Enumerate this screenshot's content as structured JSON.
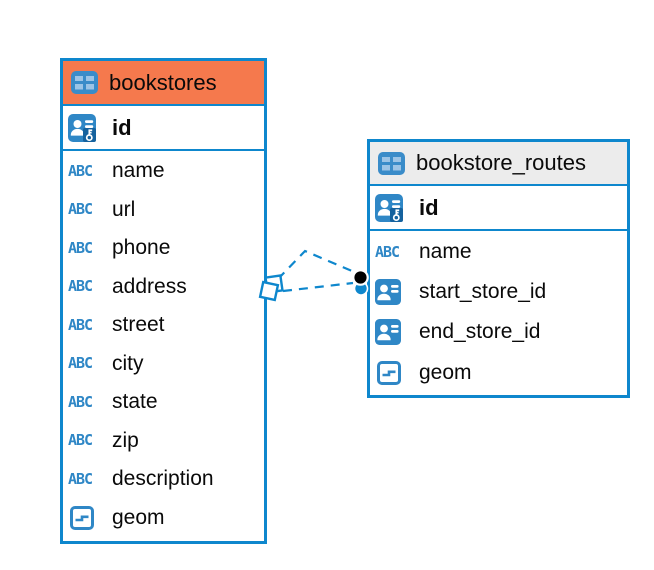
{
  "colors": {
    "border_blue": "#0e87cd",
    "header_orange": "#f5794d",
    "header_gray": "#ececec",
    "icon_blue": "#2f87c6",
    "connector_blue": "#0e87cd"
  },
  "icons": {
    "text_type_label": "ABC"
  },
  "tables": [
    {
      "name": "bookstores",
      "primary_key": "id",
      "columns": [
        "name",
        "url",
        "phone",
        "address",
        "street",
        "city",
        "state",
        "zip",
        "description",
        "geom"
      ]
    },
    {
      "name": "bookstore_routes",
      "primary_key": "id",
      "columns": [
        "name",
        "start_store_id",
        "end_store_id",
        "geom"
      ]
    }
  ],
  "relationship": {
    "from_table": "bookstores",
    "to_table": "bookstore_routes",
    "line_style": "dashed"
  }
}
